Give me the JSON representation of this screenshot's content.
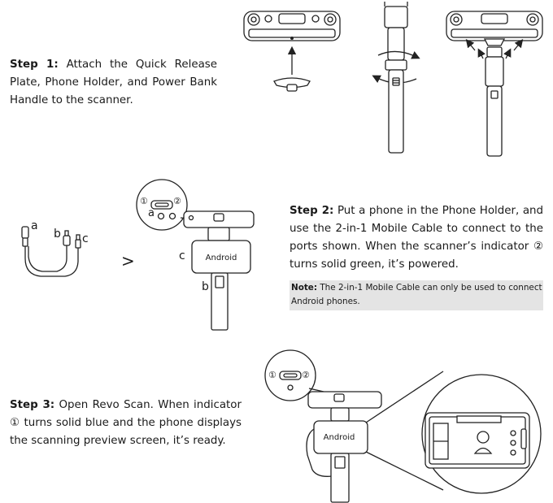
{
  "steps": [
    {
      "title": "Step 1:",
      "text": " Attach the Quick Release Plate, Phone Holder, and Power Bank Handle to the scanner."
    },
    {
      "title": "Step 2:",
      "text": " Put a phone in the Phone Holder, and use the 2-in-1 Mobile Cable to connect to the ports shown. When the scanner’s indicator ② turns solid green, it’s powered."
    },
    {
      "title": "Step 3:",
      "text": " Open Revo Scan. When indicator ① turns solid blue and the phone displays the scanning preview screen, it’s ready."
    }
  ],
  "note": {
    "label": "Note:",
    "text": " The 2-in-1 Mobile Cable can only be used to connect Android phones."
  },
  "figure": {
    "cable_labels": {
      "a": "a",
      "b": "b",
      "c": "c"
    },
    "arrow": ">",
    "phone_label": "Android",
    "port_numbers": {
      "one": "①",
      "two": "②"
    },
    "port_a": "a",
    "mount_c": "c",
    "mount_b": "b"
  },
  "icons": [
    "chevron-right-icon",
    "rotate-arrow-icon",
    "up-arrow-icon"
  ]
}
